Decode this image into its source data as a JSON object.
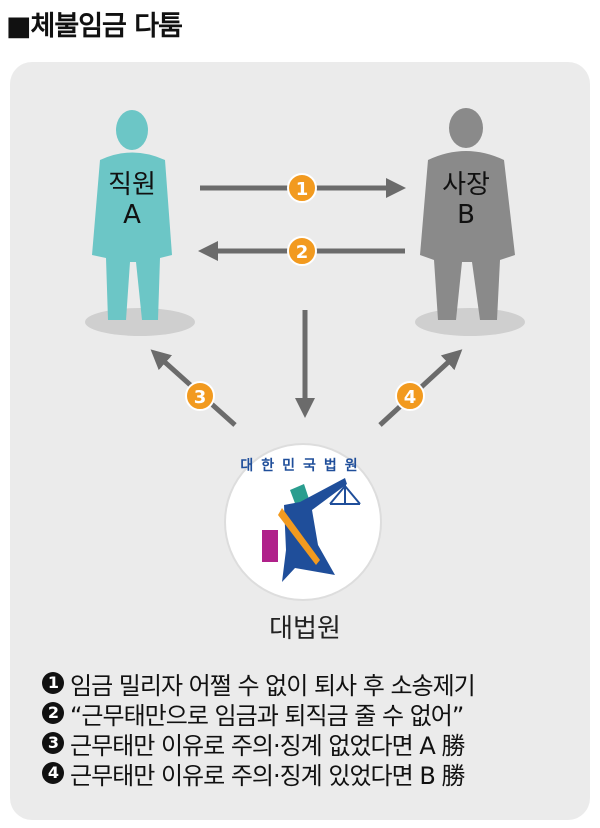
{
  "title": "■체불임금 다툼",
  "employee": {
    "line1": "직원",
    "line2": "A",
    "color": "#6cc6c6"
  },
  "employer": {
    "line1": "사장",
    "line2": "B",
    "color": "#8a8a8a"
  },
  "court": {
    "label": "대법원",
    "seal_text": "대한민국법원"
  },
  "badges": [
    "1",
    "2",
    "3",
    "4"
  ],
  "legend": [
    {
      "num": "1",
      "text": "임금 밀리자 어쩔 수 없이 퇴사 후 소송제기"
    },
    {
      "num": "2",
      "text": "“근무태만으로 임금과 퇴직금 줄 수 없어”"
    },
    {
      "num": "3",
      "text": "근무태만 이유로 주의·징계 없었다면 A 勝"
    },
    {
      "num": "4",
      "text": "근무태만 이유로 주의·징계 있었다면 B 勝"
    }
  ],
  "colors": {
    "badge": "#f29a1f",
    "arrow": "#6b6b6b",
    "panel": "#ebebeb"
  }
}
